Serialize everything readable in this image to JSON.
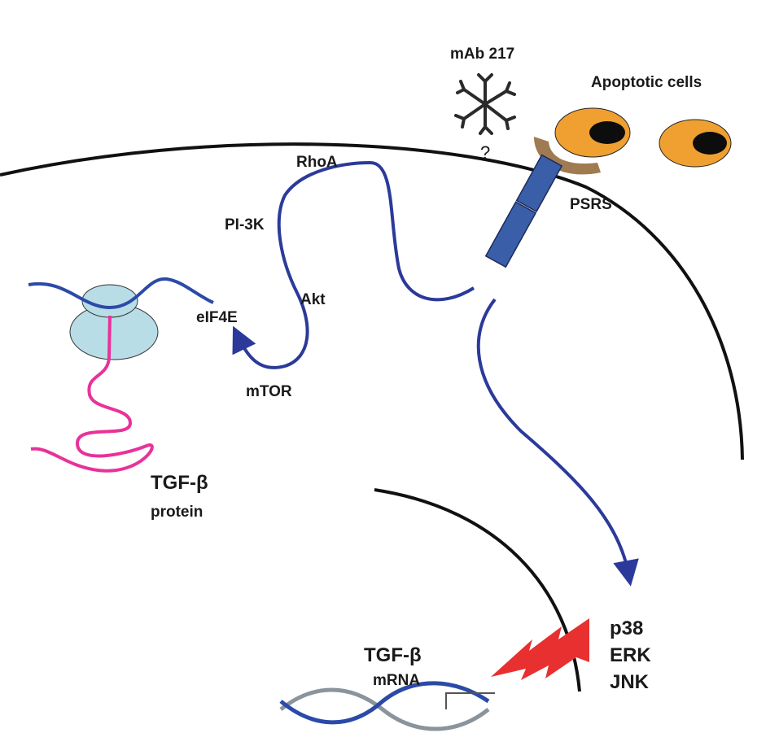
{
  "labels": {
    "mab": "mAb 217",
    "question": "?",
    "apoptotic": "Apoptotic cells",
    "psrs": "PSRS",
    "rhoa": "RhoA",
    "pi3k": "PI-3K",
    "akt": "Akt",
    "eif4e": "eIF4E",
    "mtor": "mTOR",
    "tgf_protein_title": "TGF-β",
    "tgf_protein_sub": "protein",
    "tgf_mrna_title": "TGF-β",
    "tgf_mrna_sub": "mRNA",
    "p38": "p38",
    "erk": "ERK",
    "jnk": "JNK"
  },
  "colors": {
    "membrane": "#111111",
    "signal": "#2b3a9a",
    "receptor": "#3a5ea8",
    "ligand_binding": "#a07a50",
    "apoptotic_cell": "#f0a030",
    "apoptotic_nucleus": "#0d0d0d",
    "ribosome": "#b8dde6",
    "protein_strand": "#e8329a",
    "kinase_bolt": "#e83030",
    "dna_gray": "#8a949c"
  }
}
